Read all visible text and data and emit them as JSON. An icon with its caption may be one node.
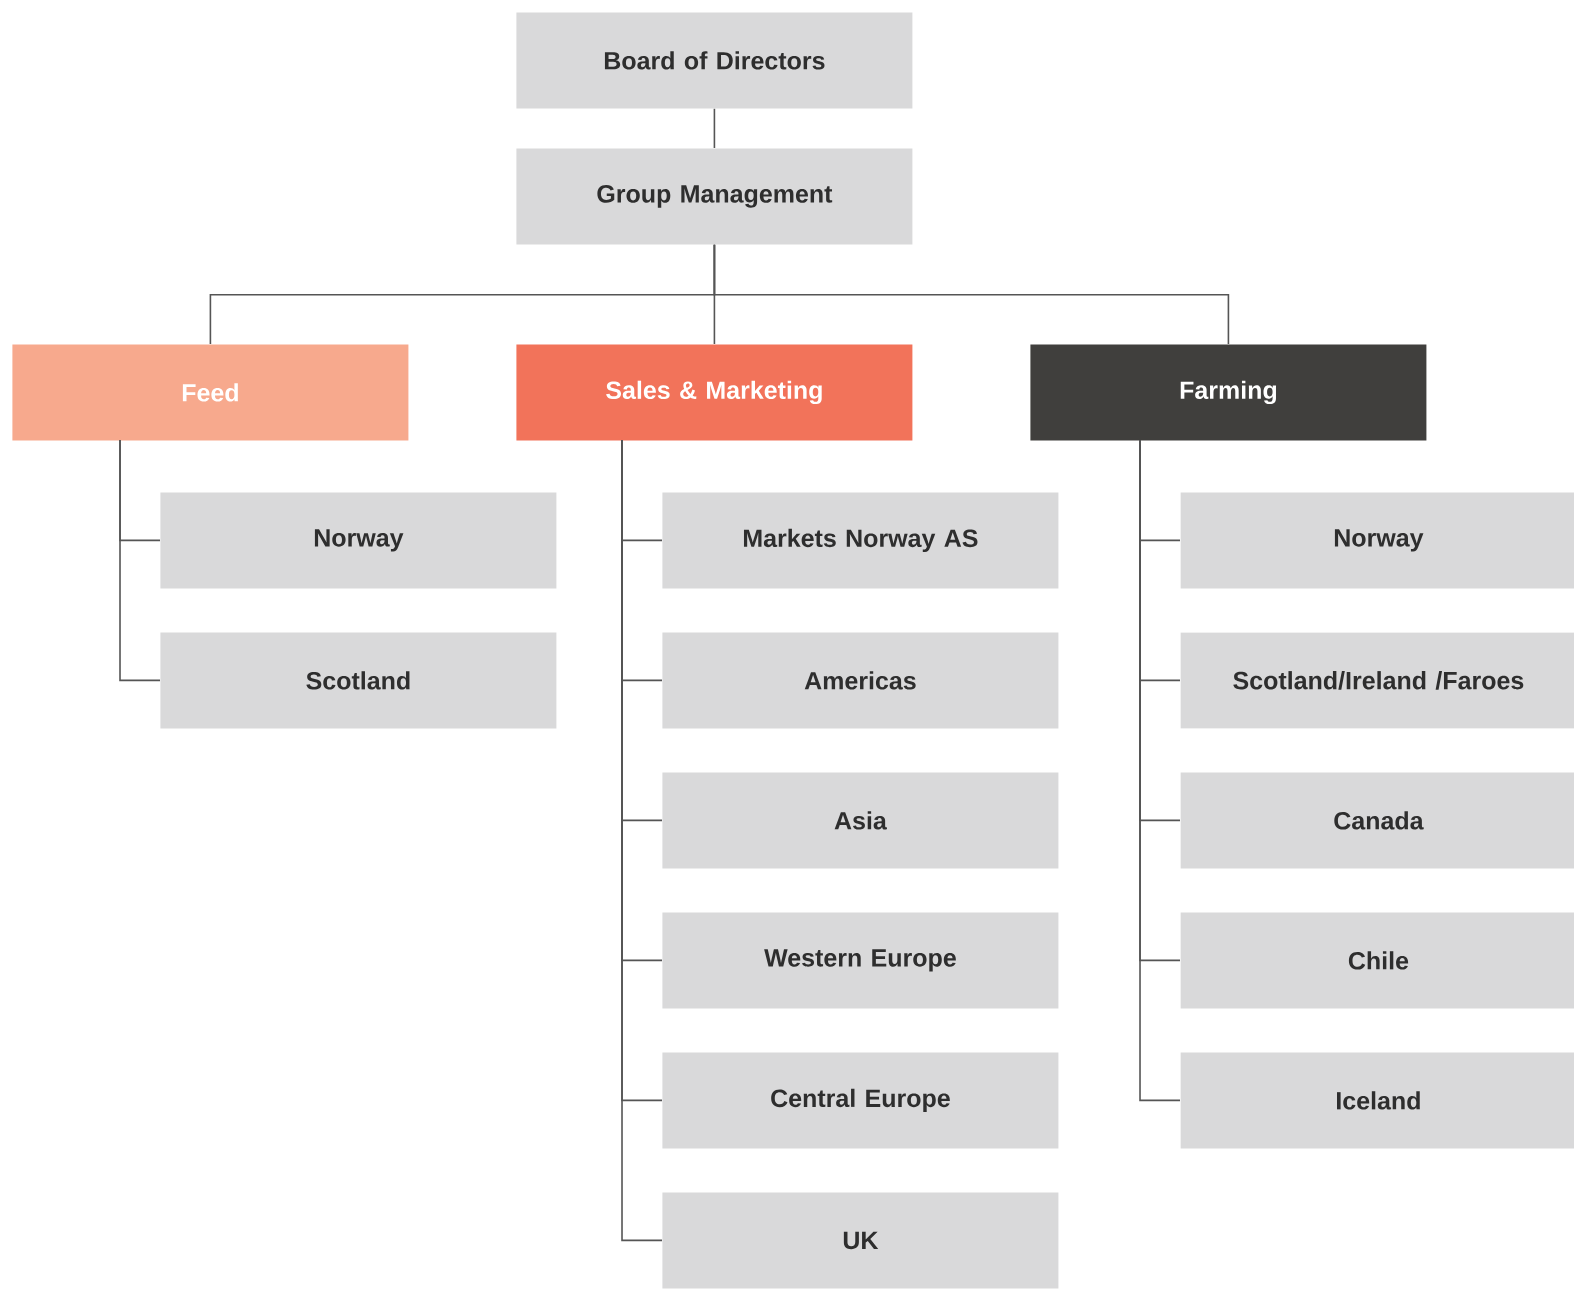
{
  "diagram": {
    "nodes": [
      {
        "text": [
          "Board of Directors"
        ]
      },
      {
        "text": [
          "Group Management"
        ]
      },
      {
        "text": [
          "Feed"
        ]
      },
      {
        "text": [
          "Sales & Marketing"
        ]
      },
      {
        "text": [
          "Farming"
        ]
      },
      {
        "text": [
          "Norway"
        ]
      },
      {
        "text": [
          "Scotland"
        ]
      },
      {
        "text": [
          "Markets Norway AS"
        ]
      },
      {
        "text": [
          "Americas"
        ]
      },
      {
        "text": [
          "Asia"
        ]
      },
      {
        "text": [
          "Western Europe"
        ]
      },
      {
        "text": [
          "Central Europe"
        ]
      },
      {
        "text": [
          "UK"
        ]
      },
      {
        "text": [
          "Norway"
        ]
      },
      {
        "text": [
          "Scotland/Ireland /Faroes"
        ]
      },
      {
        "text": [
          "Canada"
        ]
      },
      {
        "text": [
          "Chile"
        ]
      },
      {
        "text": [
          "Iceland"
        ]
      }
    ],
    "edges": [
      {
        "from": 0,
        "to": 1,
        "arrow": "none"
      },
      {
        "from": 1,
        "to": 2,
        "arrow": "none"
      },
      {
        "from": 1,
        "to": 3,
        "arrow": "none"
      },
      {
        "from": 1,
        "to": 4,
        "arrow": "none"
      },
      {
        "from": 2,
        "to": 5,
        "arrow": "none"
      },
      {
        "from": 2,
        "to": 6,
        "arrow": "none"
      },
      {
        "from": 3,
        "to": 7,
        "arrow": "none"
      },
      {
        "from": 3,
        "to": 8,
        "arrow": "none"
      },
      {
        "from": 3,
        "to": 9,
        "arrow": "none"
      },
      {
        "from": 3,
        "to": 10,
        "arrow": "none"
      },
      {
        "from": 3,
        "to": 11,
        "arrow": "none"
      },
      {
        "from": 3,
        "to": 12,
        "arrow": "none"
      },
      {
        "from": 4,
        "to": 13,
        "arrow": "none"
      },
      {
        "from": 4,
        "to": 14,
        "arrow": "none"
      },
      {
        "from": 4,
        "to": 15,
        "arrow": "none"
      },
      {
        "from": 4,
        "to": 16,
        "arrow": "none"
      },
      {
        "from": 4,
        "to": 17,
        "arrow": "none"
      }
    ]
  }
}
